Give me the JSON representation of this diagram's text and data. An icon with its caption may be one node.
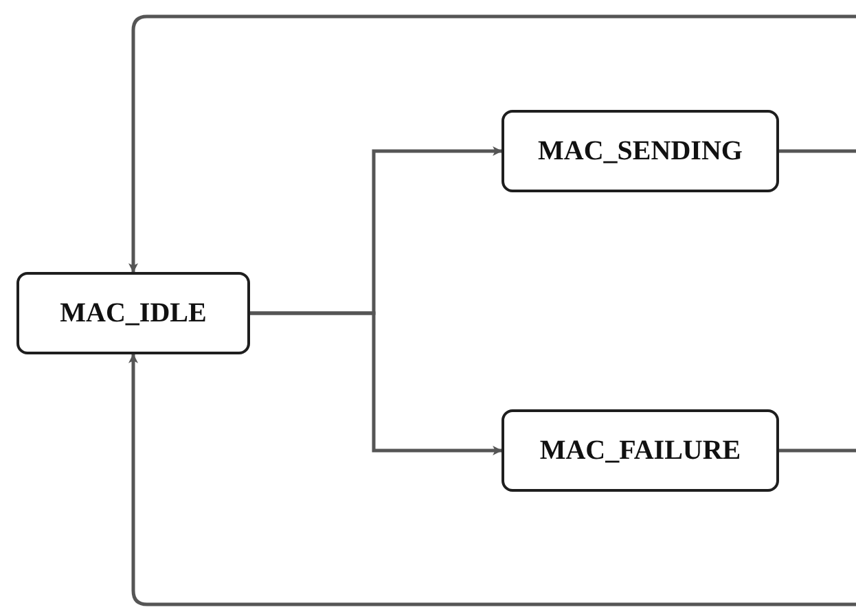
{
  "diagram": {
    "nodes": [
      {
        "text": [
          "MAC_IDLE"
        ]
      },
      {
        "text": [
          "MAC_SENDING"
        ]
      },
      {
        "text": [
          "MAC_FAILURE"
        ]
      }
    ],
    "edges": [
      {
        "from": 0,
        "to": 1,
        "arrow": "to"
      },
      {
        "from": 0,
        "to": 2,
        "arrow": "to"
      },
      {
        "from": 1,
        "to": 0,
        "arrow": "to"
      },
      {
        "from": 2,
        "to": 0,
        "arrow": "to"
      }
    ]
  }
}
